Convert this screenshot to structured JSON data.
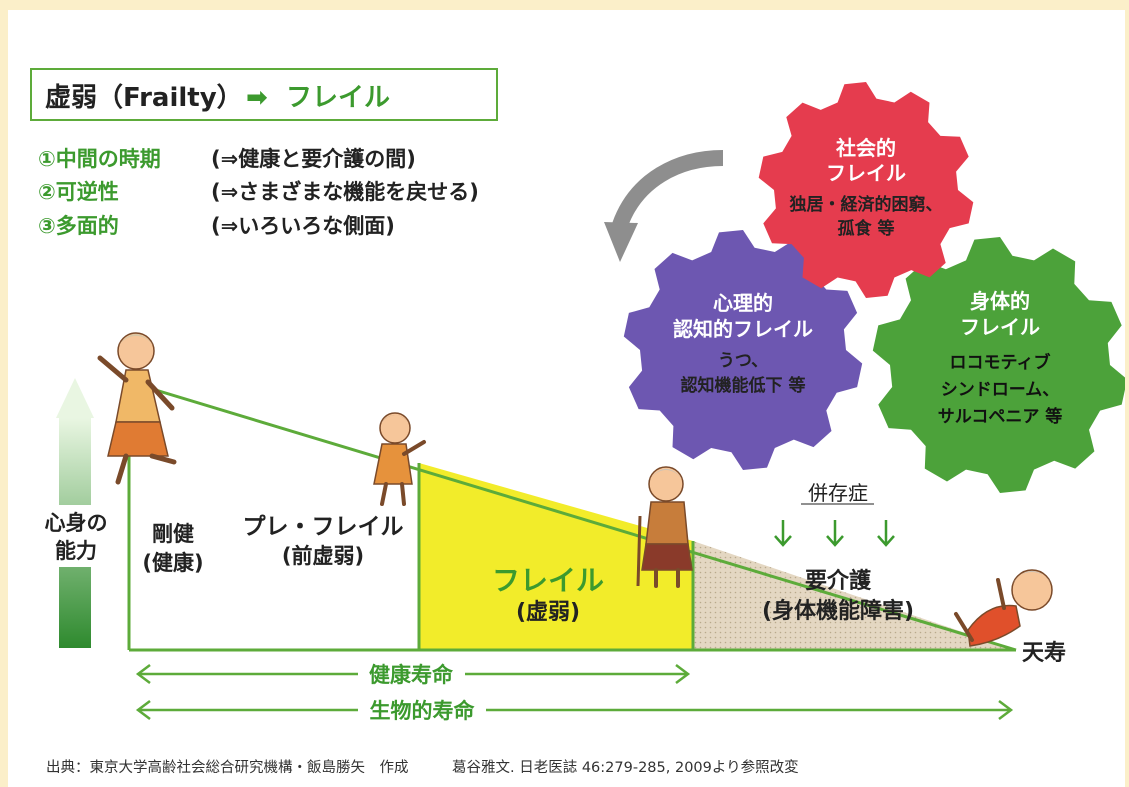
{
  "header": {
    "title_prefix": "虚弱（Frailty）",
    "arrow_glyph": "➡",
    "title_suffix": "フレイル"
  },
  "features": [
    {
      "label": "①中間の時期",
      "desc": "(⇒健康と要介護の間)"
    },
    {
      "label": "②可逆性",
      "desc": "(⇒さまざまな機能を戻せる)"
    },
    {
      "label": "③多面的",
      "desc": "(⇒いろいろな側面)"
    }
  ],
  "gears": {
    "social": {
      "title1": "社会的",
      "title2": "フレイル",
      "desc1": "独居・経済的困窮、",
      "desc2": "孤食 等"
    },
    "psych": {
      "title1": "心理的",
      "title2": "認知的フレイル",
      "desc1": "うつ、",
      "desc2": "認知機能低下 等"
    },
    "physical": {
      "title1": "身体的",
      "title2": "フレイル",
      "desc1": "ロコモティブ",
      "desc2": "シンドローム、",
      "desc3": "サルコペニア 等"
    }
  },
  "yaxis": {
    "line1": "心身の",
    "line2": "能力"
  },
  "stages": {
    "robust": {
      "line1": "剛健",
      "line2": "(健康)"
    },
    "prefrail": {
      "line1": "プレ・フレイル",
      "line2": "(前虚弱)"
    },
    "frail": {
      "line1": "フレイル",
      "line2": "(虚弱)"
    },
    "care": {
      "line1": "要介護",
      "line2": "(身体機能障害)"
    }
  },
  "comorbidity": "併存症",
  "endpoint": "天寿",
  "spans": {
    "healthy": "健康寿命",
    "bio": "生物的寿命"
  },
  "source": "出典：東京大学高齢社会総合研究機構・飯島勝矢　作成　　　葛谷雅文. 日老医誌 46:279-285, 2009より参照改変",
  "colors": {
    "green_text": "#3c9a2e",
    "green_line": "#5dab3a",
    "frail_fill": "#f2ec2a",
    "care_fill": "#e4d7c2",
    "social_gear": "#e53c4e",
    "psych_gear": "#6d57b1",
    "physical_gear": "#4ca23a",
    "gray_arrow": "#8e8e8e"
  }
}
